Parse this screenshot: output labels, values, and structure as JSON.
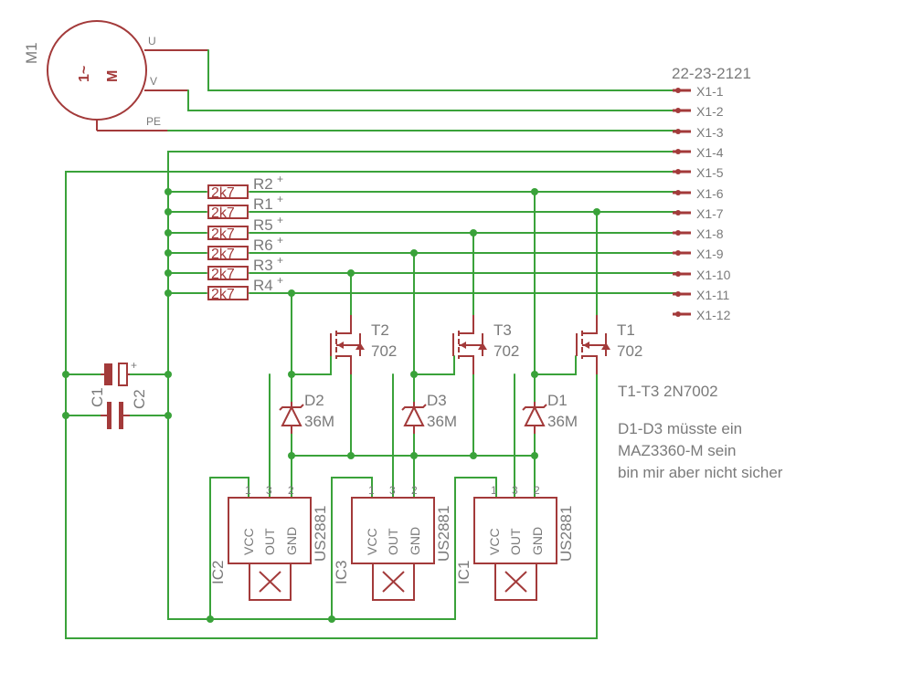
{
  "motor": {
    "name": "M1",
    "symbol_phase": "1~",
    "symbol_letter": "M",
    "pins": [
      "U",
      "V",
      "PE"
    ]
  },
  "connector": {
    "part_number": "22-23-2121",
    "pins": [
      "X1-1",
      "X1-2",
      "X1-3",
      "X1-4",
      "X1-5",
      "X1-6",
      "X1-7",
      "X1-8",
      "X1-9",
      "X1-10",
      "X1-11",
      "X1-12"
    ]
  },
  "resistors": [
    {
      "name": "R2",
      "value": "2k7"
    },
    {
      "name": "R1",
      "value": "2k7"
    },
    {
      "name": "R5",
      "value": "2k7"
    },
    {
      "name": "R6",
      "value": "2k7"
    },
    {
      "name": "R3",
      "value": "2k7"
    },
    {
      "name": "R4",
      "value": "2k7"
    }
  ],
  "transistors": [
    {
      "name": "T2",
      "value": "702"
    },
    {
      "name": "T3",
      "value": "702"
    },
    {
      "name": "T1",
      "value": "702"
    }
  ],
  "diodes": [
    {
      "name": "D2",
      "value": "36M"
    },
    {
      "name": "D3",
      "value": "36M"
    },
    {
      "name": "D1",
      "value": "36M"
    }
  ],
  "capacitors": [
    {
      "name": "C1"
    },
    {
      "name": "C2"
    }
  ],
  "ics": [
    {
      "name": "IC2",
      "value": "US2881"
    },
    {
      "name": "IC3",
      "value": "US2881"
    },
    {
      "name": "IC1",
      "value": "US2881"
    }
  ],
  "ic_pin_numbers": [
    "1",
    "3",
    "2"
  ],
  "ic_pin_names": [
    "VCC",
    "OUT",
    "GND"
  ],
  "notes": {
    "transistor_note": "T1-T3 2N7002",
    "diode_note_lines": [
      "D1-D3  müsste ein",
      "MAZ3360-M sein",
      "bin mir aber nicht sicher"
    ]
  }
}
